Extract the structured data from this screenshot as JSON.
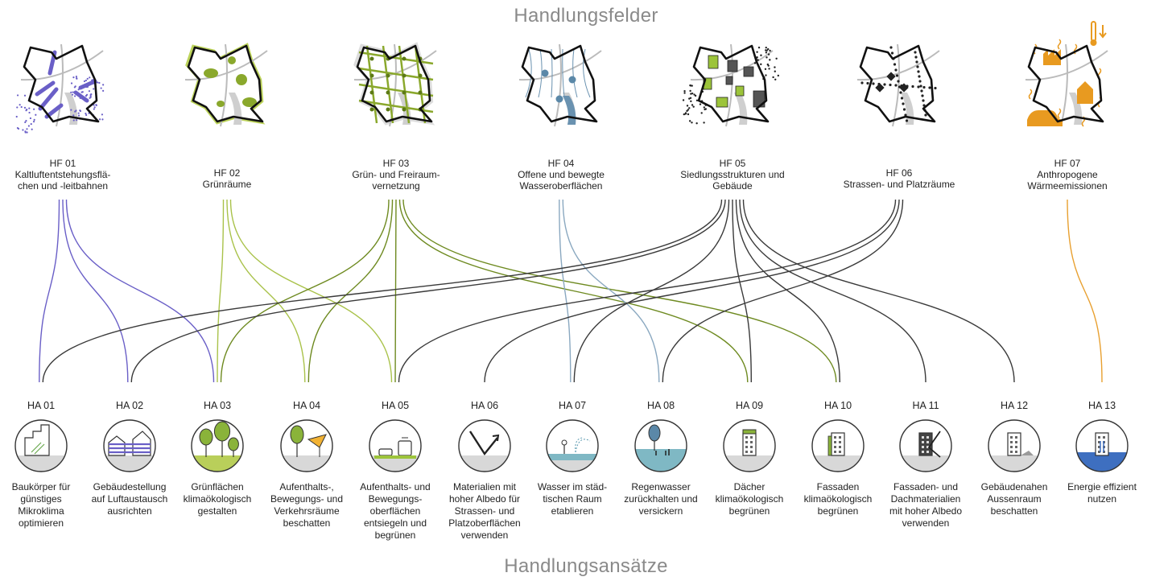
{
  "titles": {
    "top": "Handlungsfelder",
    "bottom": "Handlungsansätze"
  },
  "colors": {
    "HF01": "#6a5fc7",
    "HF02": "#a9c24a",
    "HF03": "#6e8a20",
    "HF04": "#8aa8c0",
    "HF05": "#3a3a3a",
    "HF06": "#3a3a3a",
    "HF07": "#e8a030",
    "outline": "#111111",
    "circle": "#333333"
  },
  "fields": [
    {
      "id": "HF01",
      "code": "HF 01",
      "title": "Kaltluftentstehungsflä-\nchen und -leitbahnen",
      "icon": "cold-air-flow-map-icon"
    },
    {
      "id": "HF02",
      "code": "HF 02",
      "title": "Grünräume",
      "icon": "green-space-map-icon"
    },
    {
      "id": "HF03",
      "code": "HF 03",
      "title": "Grün- und Freiraum-\nvernetzung",
      "icon": "green-network-map-icon"
    },
    {
      "id": "HF04",
      "code": "HF 04",
      "title": "Offene und bewegte\nWasseroberflächen",
      "icon": "water-surface-map-icon"
    },
    {
      "id": "HF05",
      "code": "HF 05",
      "title": "Siedlungsstrukturen und\nGebäude",
      "icon": "settlement-buildings-map-icon"
    },
    {
      "id": "HF06",
      "code": "HF 06",
      "title": "Strassen- und Platzräume",
      "icon": "streets-squares-map-icon"
    },
    {
      "id": "HF07",
      "code": "HF 07",
      "title": "Anthropogene\nWärmeemissionen",
      "icon": "heat-emissions-map-icon"
    }
  ],
  "approaches": [
    {
      "id": "HA01",
      "code": "HA 01",
      "title": "Baukörper für\ngünstiges\nMikroklima\noptimieren",
      "icon": "building-mass-icon"
    },
    {
      "id": "HA02",
      "code": "HA 02",
      "title": "Gebäudestellung\nauf Luftaustausch\nausrichten",
      "icon": "air-exchange-icon"
    },
    {
      "id": "HA03",
      "code": "HA 03",
      "title": "Grünflächen\nklimaökologisch\ngestalten",
      "icon": "trees-icon"
    },
    {
      "id": "HA04",
      "code": "HA 04",
      "title": "Aufenthalts-,\nBewegungs- und\nVerkehrsräume\nbeschatten",
      "icon": "shade-sail-icon"
    },
    {
      "id": "HA05",
      "code": "HA 05",
      "title": "Aufenthalts- und\nBewegungs-\noberflächen\nentsiegeln und\nbegrünen",
      "icon": "tram-car-icon"
    },
    {
      "id": "HA06",
      "code": "HA 06",
      "title": "Materialien mit\nhoher Albedo für\nStrassen- und\nPlatzoberflächen\nverwenden",
      "icon": "albedo-reflection-icon"
    },
    {
      "id": "HA07",
      "code": "HA 07",
      "title": "Wasser im städ-\ntischen Raum\netablieren",
      "icon": "fountain-icon"
    },
    {
      "id": "HA08",
      "code": "HA 08",
      "title": "Regenwasser\nzurückhalten und\nversickern",
      "icon": "rainwater-icon"
    },
    {
      "id": "HA09",
      "code": "HA 09",
      "title": "Dächer\nklimaökologisch\nbegrünen",
      "icon": "green-roof-icon"
    },
    {
      "id": "HA10",
      "code": "HA 10",
      "title": "Fassaden\nklimaökologisch\nbegrünen",
      "icon": "green-facade-icon"
    },
    {
      "id": "HA11",
      "code": "HA 11",
      "title": "Fassaden- und\nDachmaterialien\nmit hoher Albedo\nverwenden",
      "icon": "facade-albedo-icon"
    },
    {
      "id": "HA12",
      "code": "HA 12",
      "title": "Gebäudenahen\nAussenraum\nbeschatten",
      "icon": "building-shade-icon"
    },
    {
      "id": "HA13",
      "code": "HA 13",
      "title": "Energie effizient\nnutzen",
      "icon": "energy-building-icon"
    }
  ],
  "links": [
    {
      "from": "HF01",
      "to": "HA01"
    },
    {
      "from": "HF01",
      "to": "HA02"
    },
    {
      "from": "HF01",
      "to": "HA03"
    },
    {
      "from": "HF02",
      "to": "HA03"
    },
    {
      "from": "HF02",
      "to": "HA04"
    },
    {
      "from": "HF02",
      "to": "HA05"
    },
    {
      "from": "HF03",
      "to": "HA03"
    },
    {
      "from": "HF03",
      "to": "HA04"
    },
    {
      "from": "HF03",
      "to": "HA05"
    },
    {
      "from": "HF03",
      "to": "HA09"
    },
    {
      "from": "HF03",
      "to": "HA10"
    },
    {
      "from": "HF04",
      "to": "HA07"
    },
    {
      "from": "HF04",
      "to": "HA08"
    },
    {
      "from": "HF05",
      "to": "HA01"
    },
    {
      "from": "HF05",
      "to": "HA02"
    },
    {
      "from": "HF05",
      "to": "HA07"
    },
    {
      "from": "HF05",
      "to": "HA09"
    },
    {
      "from": "HF05",
      "to": "HA10"
    },
    {
      "from": "HF05",
      "to": "HA11"
    },
    {
      "from": "HF05",
      "to": "HA12"
    },
    {
      "from": "HF06",
      "to": "HA05"
    },
    {
      "from": "HF06",
      "to": "HA06"
    },
    {
      "from": "HF06",
      "to": "HA08"
    },
    {
      "from": "HF07",
      "to": "HA13"
    }
  ]
}
